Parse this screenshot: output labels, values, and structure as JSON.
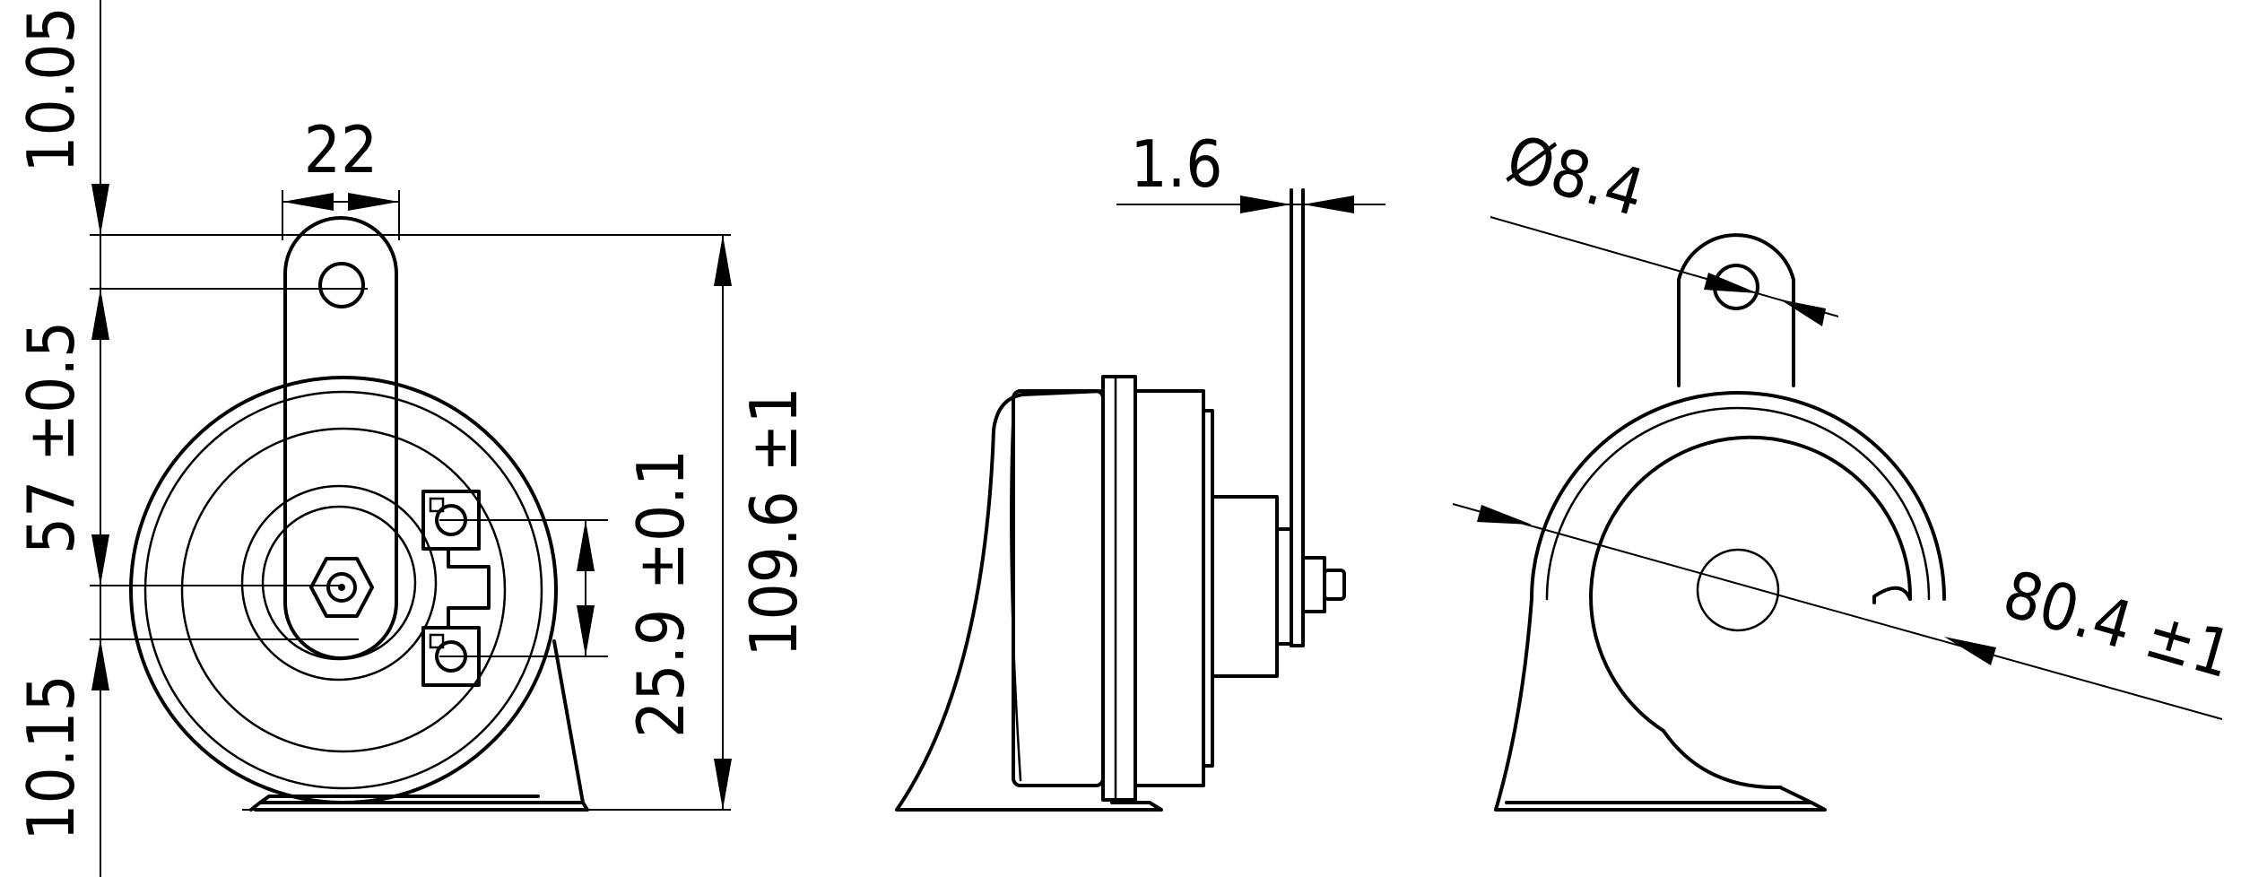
{
  "dimensions": {
    "width_22": "22",
    "offset_top": "10.05",
    "mount_height": "57 ±0.5",
    "offset_bottom": "10.15",
    "terminal_spacing": "25.9 ±0.1",
    "total_height": "109.6 ±1",
    "bracket_thickness": "1.6",
    "hole_diameter": "Ø8.4",
    "outer_diameter": "80.4 ±1"
  },
  "colors": {
    "line": "#000000",
    "background": "#ffffff"
  }
}
